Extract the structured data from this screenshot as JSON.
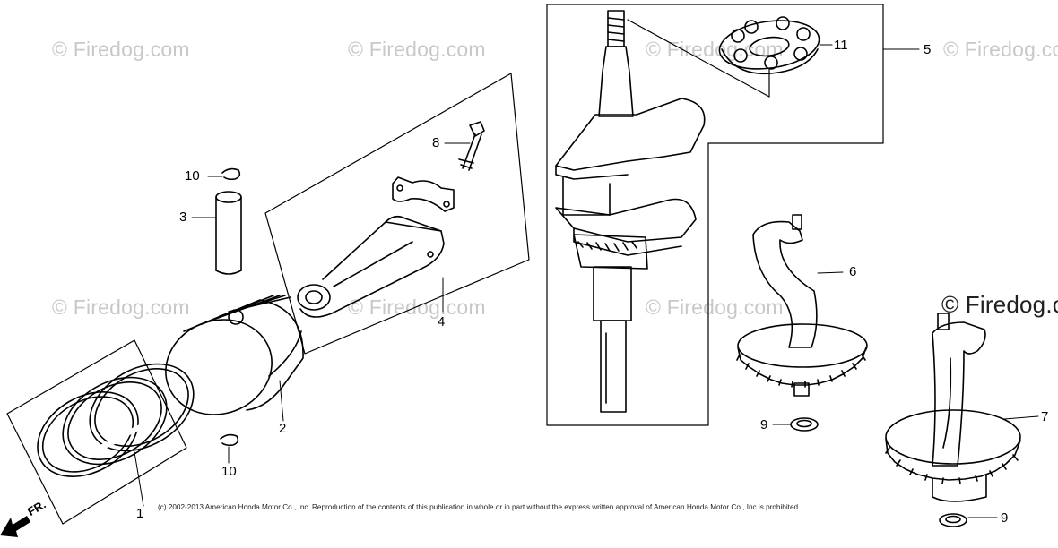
{
  "watermark_text": "© Firedog.com",
  "watermark_text_dark": "© Firedog.c",
  "direction_label": "FR.",
  "copyright": "(c) 2002-2013 American Honda Motor Co., Inc. Reproduction of the contents of this publication in whole or in part without the express written approval of American Honda Motor Co., Inc is prohibited.",
  "callouts": {
    "c1": "1",
    "c2": "2",
    "c3": "3",
    "c4": "4",
    "c5": "5",
    "c6": "6",
    "c7": "7",
    "c8": "8",
    "c9a": "9",
    "c9b": "9",
    "c10a": "10",
    "c10b": "10",
    "c11": "11"
  },
  "colors": {
    "ink": "#000000",
    "watermark": "#c8c8c8",
    "background": "#ffffff"
  }
}
